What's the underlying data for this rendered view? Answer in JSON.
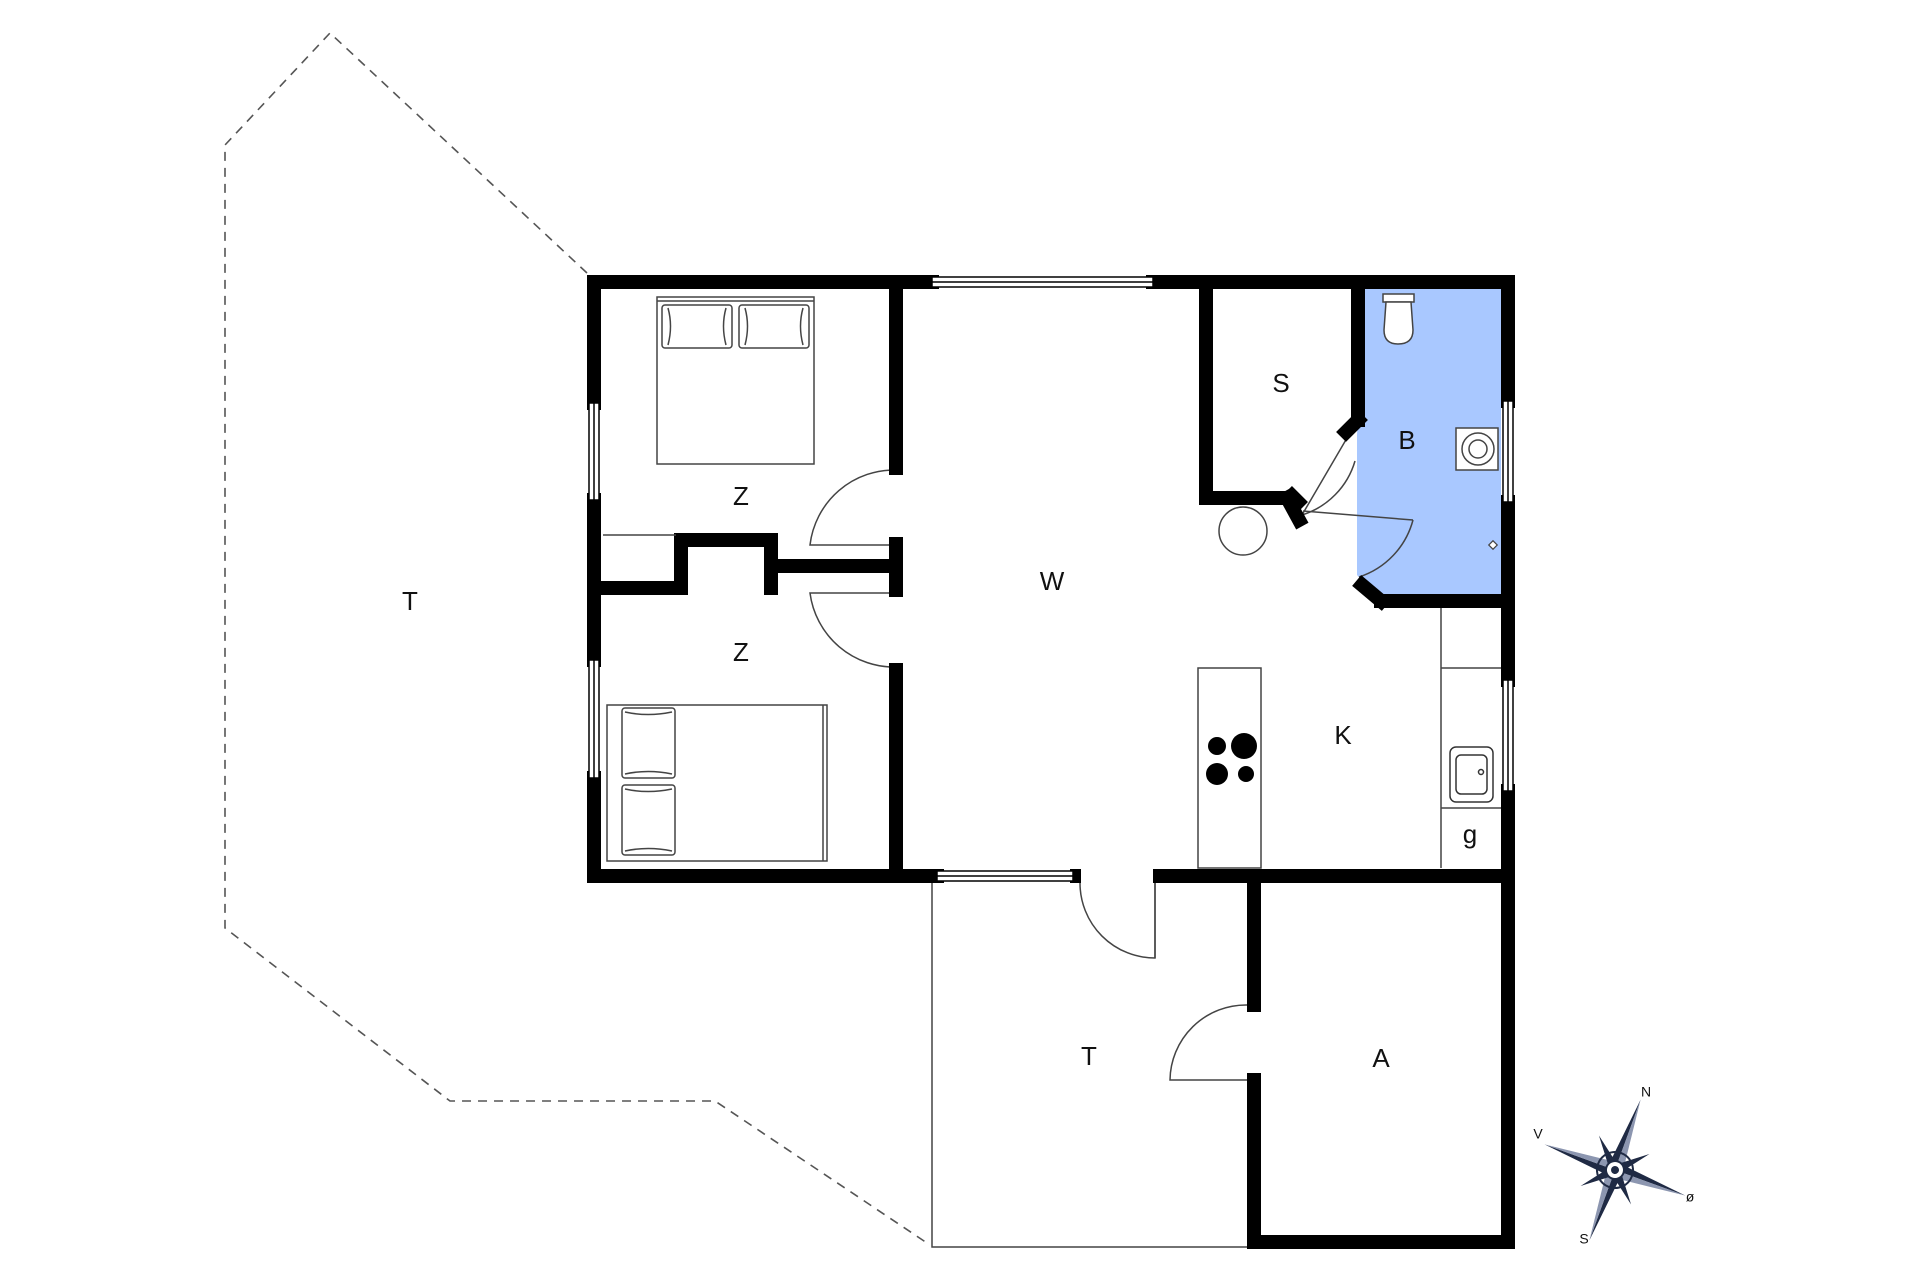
{
  "colors": {
    "wall": "#000000",
    "bathroom_fill": "#a9c8ff",
    "line": "#444444",
    "compass": "#1f2a44"
  },
  "rooms": {
    "terrace_left": "T",
    "bedroom_1": "Z",
    "bedroom_2": "Z",
    "living": "W",
    "storage": "S",
    "bathroom": "B",
    "kitchen": "K",
    "g_cabinet": "g",
    "terrace_front": "T",
    "annex": "A"
  },
  "compass": {
    "north": "N",
    "south": "S",
    "east": "ø",
    "west": "V"
  }
}
